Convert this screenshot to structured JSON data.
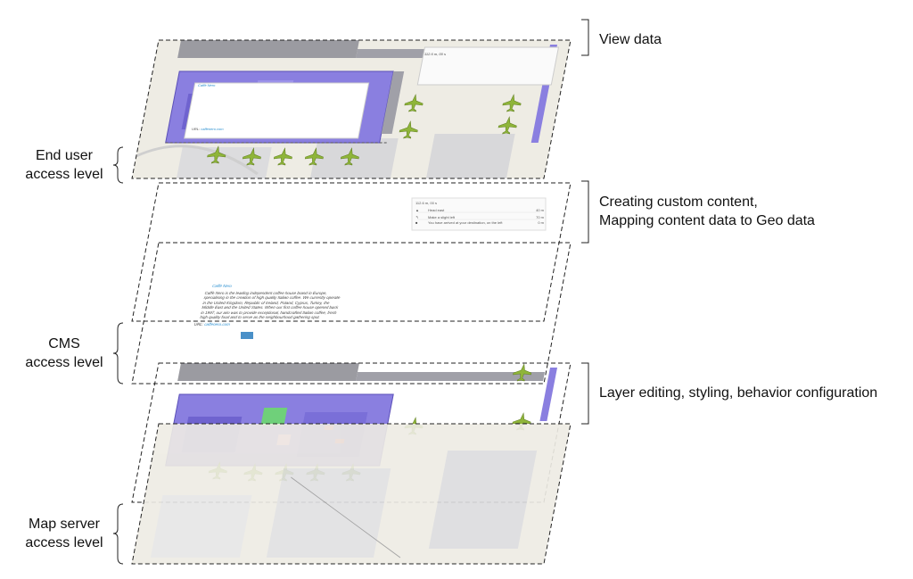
{
  "labels": {
    "view_data": "View data",
    "custom_content_1": "Creating custom content,",
    "custom_content_2": "Mapping content data to Geo data",
    "layer_editing": "Layer editing, styling, behavior configuration",
    "end_user_1": "End user",
    "end_user_2": "access level",
    "cms_1": "CMS",
    "cms_2": "access level",
    "map_server_1": "Map server",
    "map_server_2": "access level"
  },
  "poi_popup": {
    "title": "Caffè Nero",
    "body": "Caffè Nero is the leading independent coffee house brand in Europe, specialising in the creation of high quality Italian coffee. We currently operate in the United Kingdom, Republic of Ireland, Poland, Cyprus, Turkey, the Middle East and the United States. When our first coffee house opened back in 1997, our aim was to provide exceptional, handcrafted Italian coffee, fresh high quality food and to serve as the neighbourhood gathering spot.",
    "url_label": "URL:",
    "url": "caffenero.com"
  },
  "route_panel": {
    "summary": "112.6 m, 00 s",
    "steps": [
      {
        "icon": "head-arrow-icon",
        "text": "Head east",
        "dist": "40 m"
      },
      {
        "icon": "slight-left-icon",
        "text": "Make a slight left",
        "dist": "70 m"
      },
      {
        "icon": "destination-icon",
        "text": "You have arrived at your destination, on the left",
        "dist": "0 m"
      }
    ]
  },
  "colors": {
    "map_bg": "#eeece4",
    "terminal": "#8a7fe0",
    "terminal_dark": "#5a4fb8",
    "plane": "#8fb53a",
    "runway": "#d6d6d8",
    "dash": "#222222"
  }
}
